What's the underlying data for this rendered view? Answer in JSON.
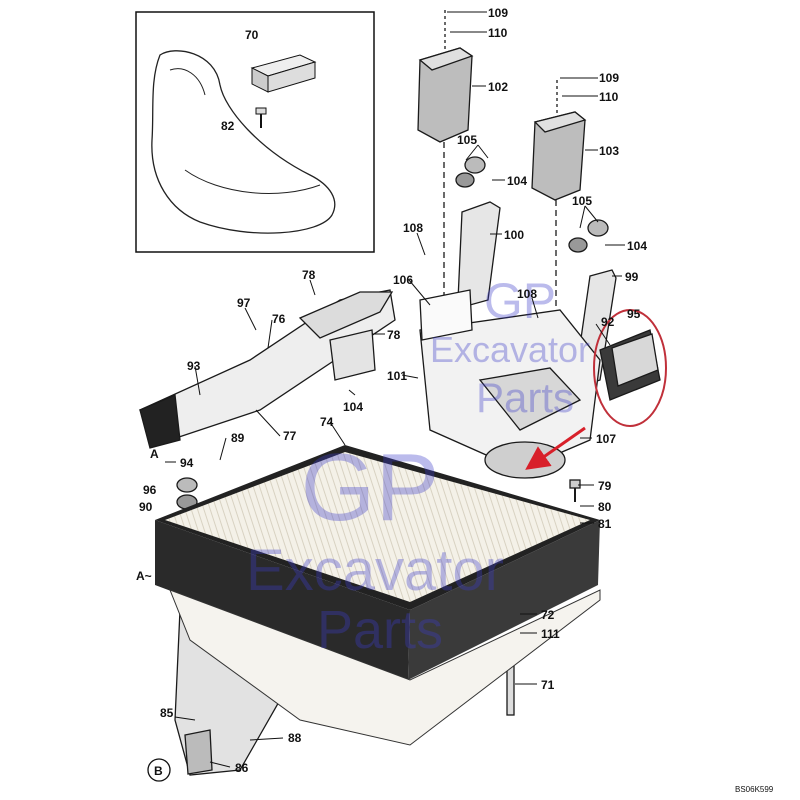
{
  "diagram": {
    "drawing_code": "BS06K599",
    "view_labels": {
      "a_marker": "A",
      "a_arrow": "A~",
      "b_marker": "B"
    },
    "callouts": [
      {
        "id": "c-70",
        "label": "70"
      },
      {
        "id": "c-82",
        "label": "82"
      },
      {
        "id": "c-109a",
        "label": "109"
      },
      {
        "id": "c-110a",
        "label": "110"
      },
      {
        "id": "c-102",
        "label": "102"
      },
      {
        "id": "c-109b",
        "label": "109"
      },
      {
        "id": "c-110b",
        "label": "110"
      },
      {
        "id": "c-103",
        "label": "103"
      },
      {
        "id": "c-105a",
        "label": "105"
      },
      {
        "id": "c-104a",
        "label": "104"
      },
      {
        "id": "c-105b",
        "label": "105"
      },
      {
        "id": "c-104b",
        "label": "104"
      },
      {
        "id": "c-108a",
        "label": "108"
      },
      {
        "id": "c-100",
        "label": "100"
      },
      {
        "id": "c-99",
        "label": "99"
      },
      {
        "id": "c-78a",
        "label": "78"
      },
      {
        "id": "c-106",
        "label": "106"
      },
      {
        "id": "c-108b",
        "label": "108"
      },
      {
        "id": "c-95",
        "label": "95"
      },
      {
        "id": "c-97",
        "label": "97"
      },
      {
        "id": "c-76",
        "label": "76"
      },
      {
        "id": "c-78b",
        "label": "78"
      },
      {
        "id": "c-92",
        "label": "92"
      },
      {
        "id": "c-93",
        "label": "93"
      },
      {
        "id": "c-101",
        "label": "101"
      },
      {
        "id": "c-104c",
        "label": "104"
      },
      {
        "id": "c-77",
        "label": "77"
      },
      {
        "id": "c-74",
        "label": "74"
      },
      {
        "id": "c-89",
        "label": "89"
      },
      {
        "id": "c-107",
        "label": "107"
      },
      {
        "id": "c-94",
        "label": "94"
      },
      {
        "id": "c-96",
        "label": "96"
      },
      {
        "id": "c-79",
        "label": "79"
      },
      {
        "id": "c-90",
        "label": "90"
      },
      {
        "id": "c-80",
        "label": "80"
      },
      {
        "id": "c-81",
        "label": "81"
      },
      {
        "id": "c-72",
        "label": "72"
      },
      {
        "id": "c-111",
        "label": "111"
      },
      {
        "id": "c-71",
        "label": "71"
      },
      {
        "id": "c-85",
        "label": "85"
      },
      {
        "id": "c-88",
        "label": "88"
      },
      {
        "id": "c-86",
        "label": "86"
      }
    ]
  },
  "watermark": {
    "large": {
      "line1": "GP",
      "line2": "Excavator",
      "line3": "Parts"
    },
    "small": {
      "line1": "GP",
      "line2": "Excavator",
      "line3": "Parts"
    }
  },
  "highlight": {
    "circle_color": "#c0303a",
    "arrow_color": "#d8202a"
  }
}
